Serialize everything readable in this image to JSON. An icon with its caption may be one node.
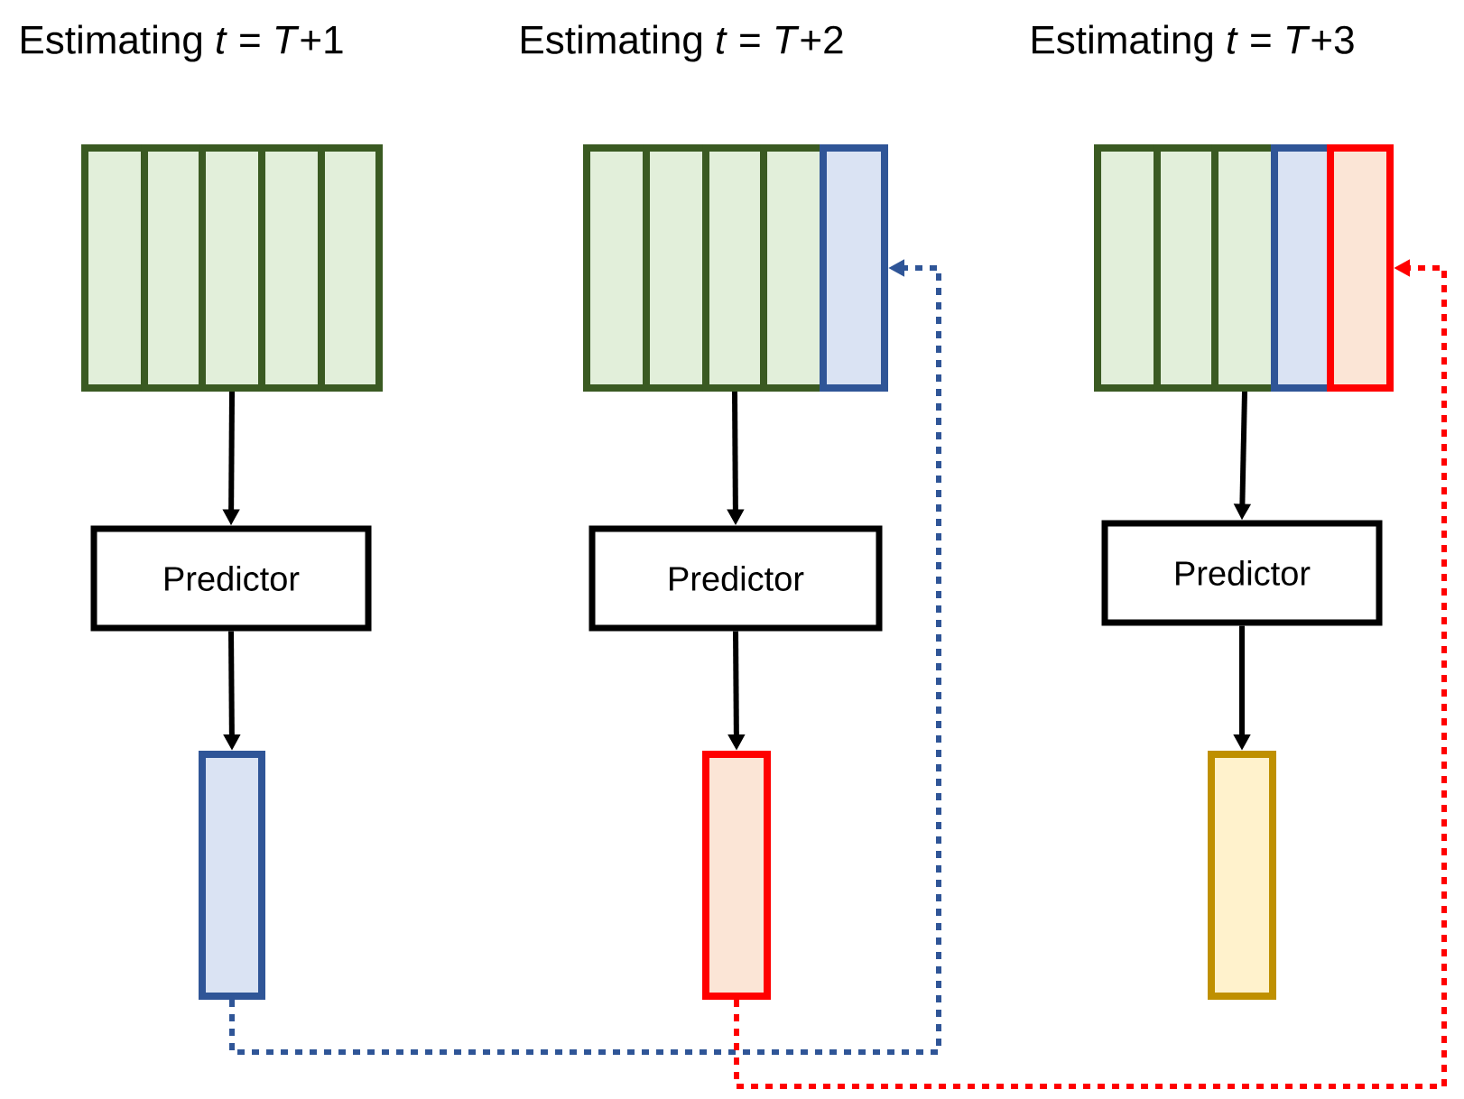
{
  "diagram": {
    "nodes": [
      {
        "text": [],
        "shape": "bar"
      },
      {
        "text": [],
        "shape": "bar"
      },
      {
        "text": [],
        "shape": "bar"
      },
      {
        "text": [],
        "shape": "bar"
      },
      {
        "text": [],
        "shape": "bar"
      },
      {
        "text": [
          "Predictor"
        ]
      },
      {
        "text": [],
        "shape": "bar"
      },
      {
        "text": [],
        "shape": "bar"
      },
      {
        "text": [],
        "shape": "bar"
      },
      {
        "text": [],
        "shape": "bar"
      },
      {
        "text": [],
        "shape": "bar"
      },
      {
        "text": [],
        "shape": "bar"
      },
      {
        "text": [
          "Predictor"
        ]
      },
      {
        "text": [],
        "shape": "bar"
      },
      {
        "text": [],
        "shape": "bar"
      },
      {
        "text": [],
        "shape": "bar"
      },
      {
        "text": [],
        "shape": "bar"
      },
      {
        "text": [],
        "shape": "bar"
      },
      {
        "text": [],
        "shape": "bar"
      },
      {
        "text": [
          "Predictor"
        ]
      },
      {
        "text": [],
        "shape": "bar"
      }
    ],
    "edges": [
      {
        "from": 2,
        "to": 5,
        "arrow": "to"
      },
      {
        "from": 5,
        "to": 6,
        "arrow": "to"
      },
      {
        "from": 9,
        "to": 12,
        "arrow": "to"
      },
      {
        "from": 12,
        "to": 13,
        "arrow": "to"
      },
      {
        "from": 16,
        "to": 19,
        "arrow": "to"
      },
      {
        "from": 19,
        "to": 20,
        "arrow": "to"
      },
      {
        "from": 6,
        "to": 11,
        "arrow": "to",
        "style": "dashed",
        "color": "#2f5597"
      },
      {
        "from": 13,
        "to": 18,
        "arrow": "to",
        "style": "dashed",
        "color": "#ff0000"
      }
    ],
    "labels": [
      "Estimating *t* = *T*+1",
      "Estimating *t* = *T*+2",
      "Estimating *t* = *T*+3"
    ]
  }
}
